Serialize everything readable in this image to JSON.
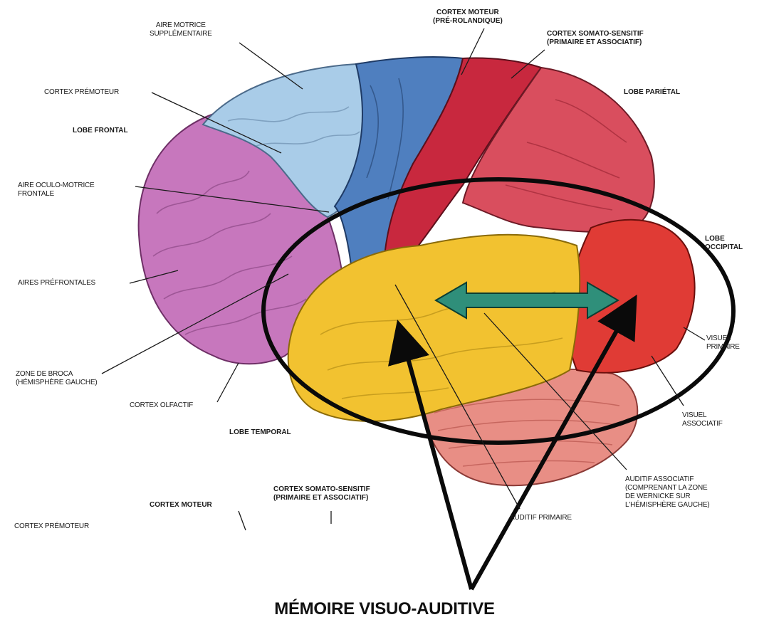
{
  "labels": {
    "cortex_moteur_top": [
      "CORTEX MOTEUR",
      "(PRÉ-ROLANDIQUE)"
    ],
    "aire_motrice": [
      "AIRE MOTRICE",
      "SUPPLÉMENTAIRE"
    ],
    "somato_top": [
      "CORTEX SOMATO-SENSITIF",
      "(PRIMAIRE ET ASSOCIATIF)"
    ],
    "premoteur": "CORTEX PRÉMOTEUR",
    "lobe_parietal": "LOBE PARIÉTAL",
    "lobe_frontal": "LOBE FRONTAL",
    "oculo": [
      "AIRE OCULO-MOTRICE",
      "FRONTALE"
    ],
    "lobe_occipital": [
      "LOBE",
      "OCCIPITAL"
    ],
    "prefrontales": "AIRES PRÉFRONTALES",
    "visuel_primaire": [
      "VISUEL",
      "PRIMAIRE"
    ],
    "broca": [
      "ZONE DE BROCA",
      "(HÉMISPHÈRE GAUCHE)"
    ],
    "olfactif": "CORTEX OLFACTIF",
    "visuel_associatif": [
      "VISUEL",
      "ASSOCIATIF"
    ],
    "lobe_temporal": "LOBE TEMPORAL",
    "auditif_associatif": [
      "AUDITIF ASSOCIATIF",
      "(COMPRENANT LA ZONE",
      "DE WERNICKE SUR",
      "L'HÉMISPHÈRE GAUCHE)"
    ],
    "somato_bottom": [
      "CORTEX SOMATO-SENSITIF",
      "(PRIMAIRE ET ASSOCIATIF)"
    ],
    "cortex_moteur_bottom": "CORTEX MOTEUR",
    "auditif_primaire": "AUDITIF PRIMAIRE",
    "premoteur_bottom": "CORTEX PRÉMOTEUR"
  },
  "caption": "MÉMOIRE VISUO-AUDITIVE",
  "colors": {
    "frontal": "#c777bd",
    "premotor": "#a9cce8",
    "motor": "#4f7fbf",
    "somato": "#c8283e",
    "parietal": "#d94e5e",
    "occipital": "#e03b35",
    "temporal": "#f2c230",
    "cerebellum": "#e88e85",
    "arrow": "#2f8f7a",
    "ellipse": "#0a0a0a"
  }
}
